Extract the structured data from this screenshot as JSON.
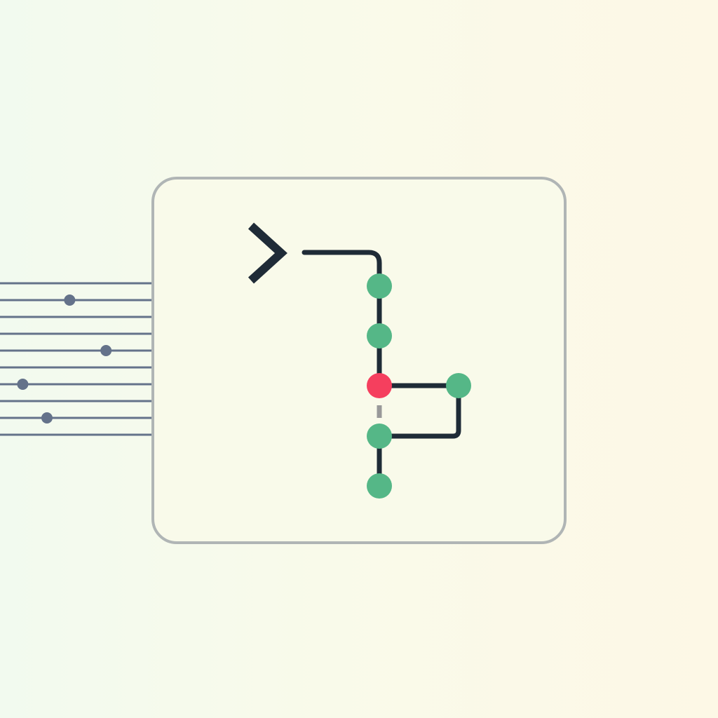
{
  "app_icon": {
    "colors": {
      "background_left": "#f2faef",
      "background_right": "#fdf8e6",
      "card_fill": "#f9faea",
      "card_border": "#b0b5b5",
      "prompt_stroke": "#1f2b37",
      "line_stroke": "#1f2b37",
      "commit_node": "#55b787",
      "conflict_node": "#f53f5e",
      "dashed_link": "#999999",
      "wire_stroke": "#64728a",
      "wire_bead": "#64728a"
    },
    "icons": [
      "terminal-prompt-icon",
      "git-branch-graph-icon",
      "input-wires-icon"
    ],
    "graph": {
      "main_commits": 4,
      "branch_commits": 1,
      "highlighted_commit": "conflict"
    },
    "wires": {
      "count": 10,
      "beads": [
        {
          "wire": 1,
          "position": 0.46
        },
        {
          "wire": 4,
          "position": 0.7
        },
        {
          "wire": 6,
          "position": 0.15
        },
        {
          "wire": 8,
          "position": 0.31
        }
      ]
    }
  }
}
